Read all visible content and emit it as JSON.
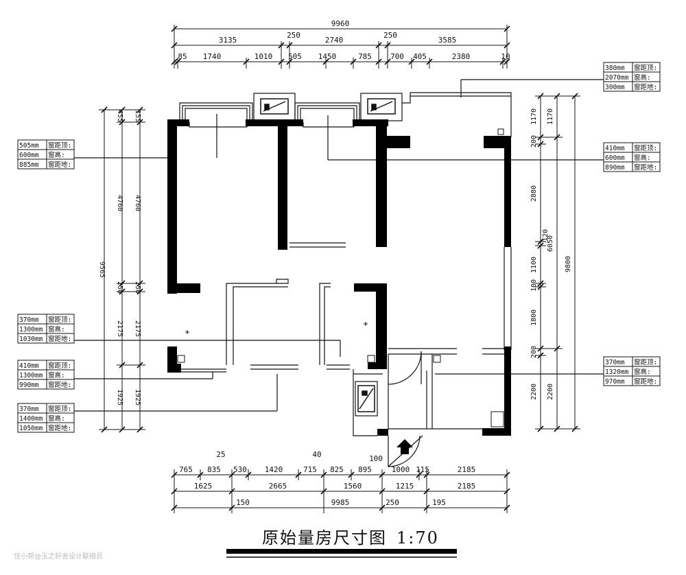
{
  "title": {
    "text": "原始量房尺寸图",
    "scale": "1:70"
  },
  "watermark": "住小帮@玉之轩舍设计联络员",
  "top_dims": {
    "overall": "9960",
    "row1": [
      "3135",
      "250",
      "2740",
      "250",
      "3585"
    ],
    "row2": [
      "85",
      "1740",
      "1010",
      "505",
      "1450",
      "785",
      "700",
      "405",
      "2380",
      "10"
    ]
  },
  "bottom_dims": {
    "row1": [
      "765",
      "835",
      "530",
      "1420",
      "715",
      "825",
      "895",
      "1000",
      "115",
      "2185"
    ],
    "row1_small": [
      "25",
      "40",
      "100"
    ],
    "row2": [
      "1625",
      "2665",
      "1560",
      "1215",
      "2185"
    ],
    "row3": [
      "150",
      "9985",
      "250",
      "195"
    ]
  },
  "left_dims": {
    "overall": "9565",
    "col_a": [
      "455",
      "4760",
      "250",
      "2175",
      "1925"
    ],
    "col_b": [
      "155",
      "4760",
      "250",
      "2175",
      "1925"
    ]
  },
  "right_dims": {
    "overall": "9800",
    "col_a": [
      "1170",
      "200",
      "2880",
      "120",
      "1100",
      "100",
      "1800",
      "200",
      "2200"
    ],
    "col_b": [
      "1170",
      "6050",
      "2200"
    ]
  },
  "tags": [
    {
      "rows": [
        [
          "505mm",
          "窗距顶:"
        ],
        [
          "600mm",
          "窗高:"
        ],
        [
          "885mm",
          "窗距地:"
        ]
      ]
    },
    {
      "rows": [
        [
          "370mm",
          "窗距顶:"
        ],
        [
          "1300mm",
          "窗高:"
        ],
        [
          "1030mm",
          "窗距地:"
        ]
      ]
    },
    {
      "rows": [
        [
          "410mm",
          "窗距顶:"
        ],
        [
          "1300mm",
          "窗高:"
        ],
        [
          "990mm",
          "窗距地:"
        ]
      ]
    },
    {
      "rows": [
        [
          "370mm",
          "窗距顶:"
        ],
        [
          "1400mm",
          "窗高:"
        ],
        [
          "1050mm",
          "窗距地:"
        ]
      ]
    },
    {
      "rows": [
        [
          "380mm",
          "窗距顶:"
        ],
        [
          "2070mm",
          "窗高:"
        ],
        [
          "300mm",
          "窗距地:"
        ]
      ]
    },
    {
      "rows": [
        [
          "410mm",
          "窗距顶:"
        ],
        [
          "600mm",
          "窗高:"
        ],
        [
          "890mm",
          "窗距地:"
        ]
      ]
    },
    {
      "rows": [
        [
          "370mm",
          "窗距顶:"
        ],
        [
          "1320mm",
          "窗高:"
        ],
        [
          "970mm",
          "窗距地:"
        ]
      ]
    }
  ]
}
